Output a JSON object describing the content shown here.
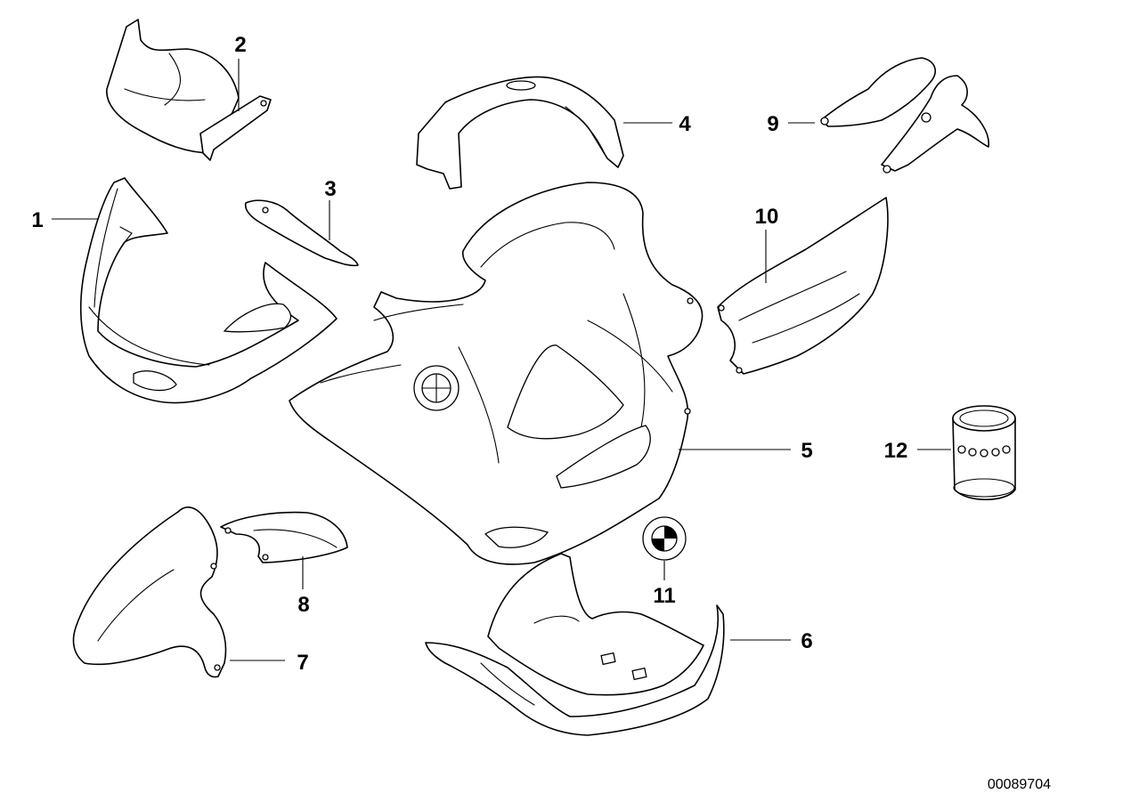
{
  "callouts": [
    "1",
    "2",
    "3",
    "4",
    "5",
    "6",
    "7",
    "8",
    "9",
    "10",
    "11",
    "12"
  ],
  "reference_number": "00089704",
  "colors": {
    "line": "#000000",
    "background": "#ffffff"
  },
  "icons": {
    "emblem": "roundel-emblem-icon"
  }
}
